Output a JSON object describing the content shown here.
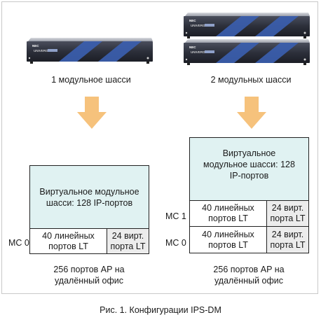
{
  "chassis_labels": [
    "1 модульное шасси",
    "2 модульных шасси"
  ],
  "device_brand": "NEC",
  "device_model": "UNIVERGE",
  "left_config": {
    "virtual_label": "Виртуальное модульное шасси: 128 IP-портов",
    "rows": [
      {
        "mc": "MC 0",
        "lines": "40 линейных портов LT",
        "virt": "24 вирт. порта LT"
      }
    ],
    "caption": "256 портов AP на удалённый офис"
  },
  "right_config": {
    "virtual_label": "Виртуальное модульное шасси: 128 IP-портов",
    "rows": [
      {
        "mc": "MC 1",
        "lines": "40 линейных портов LT",
        "virt": "24 вирт. порта LT"
      },
      {
        "mc": "MC 0",
        "lines": "40 линейных портов LT",
        "virt": "24 вирт. порта LT"
      }
    ],
    "caption": "256 портов AP на удалённый офис"
  },
  "figure_caption": "Рис. 1. Конфигурации IPS-DM",
  "colors": {
    "arrow": "#f6c27c",
    "virtual_box": "#e0f2f2",
    "virt_cell": "#ececec",
    "chassis_body": "#2c2f3a",
    "chassis_stripe": "#3b5fb0"
  }
}
